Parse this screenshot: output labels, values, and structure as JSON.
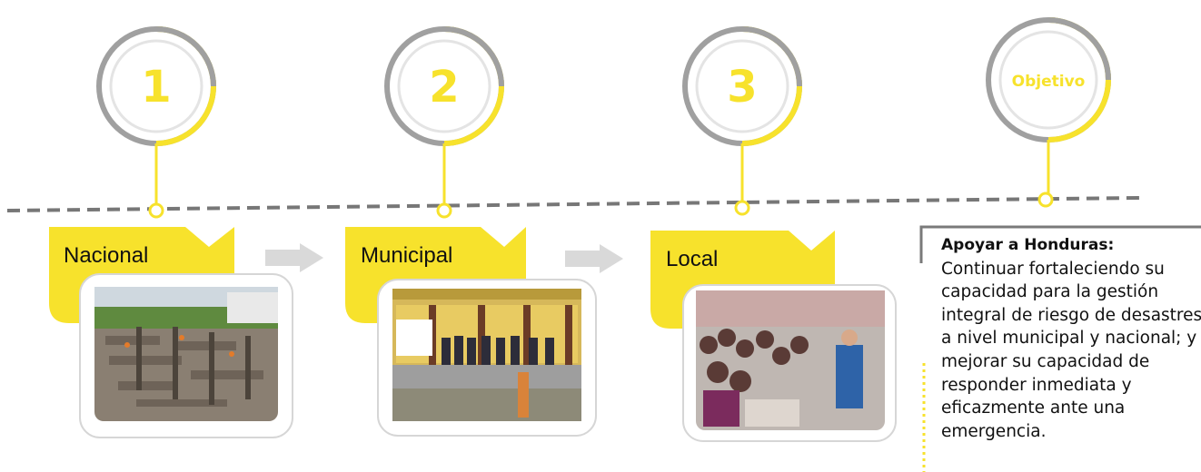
{
  "steps": [
    {
      "number": "1",
      "label": "Nacional"
    },
    {
      "number": "2",
      "label": "Municipal"
    },
    {
      "number": "3",
      "label": "Local"
    }
  ],
  "objective": {
    "badge": "Objetivo",
    "heading": "Apoyar a Honduras:",
    "text": "Continuar fortaleciendo su capacidad para la gestión integral de riesgo de desastres a nivel municipal y nacional; y mejorar su capacidad de responder inmediata y eficazmente ante una emergencia."
  },
  "colors": {
    "accent": "#f7e22c",
    "ring_gray": "#9a9a9a",
    "dash_line": "#777777",
    "arrow_gray": "#d9d9d9"
  },
  "icons": {
    "photo_1": "construction-site-photo",
    "photo_2": "municipal-meeting-photo",
    "photo_3": "community-training-photo",
    "arrow": "right-arrow-icon"
  }
}
